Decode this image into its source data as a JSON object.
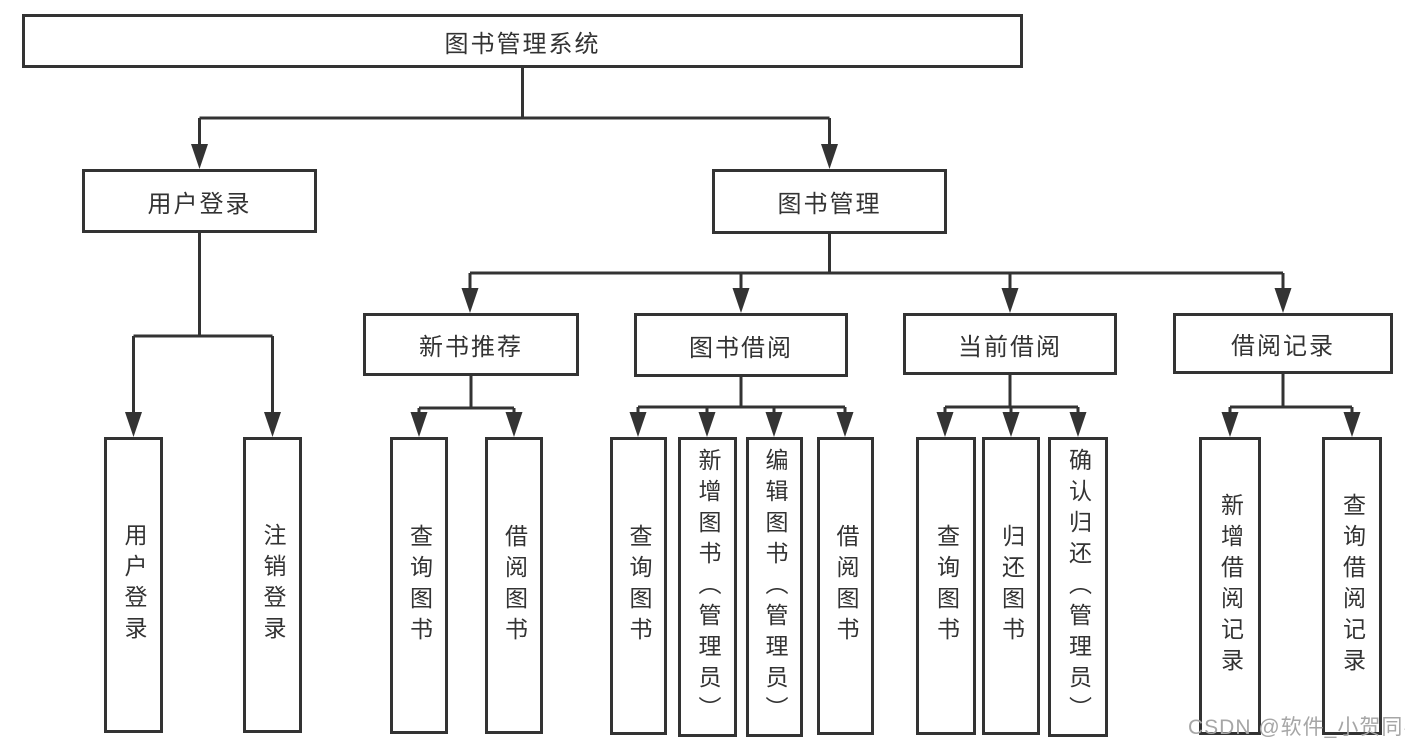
{
  "diagram": {
    "root": {
      "label": "图书管理系统"
    },
    "branches": [
      {
        "label": "用户登录",
        "children": [
          {
            "label": "用户登录"
          },
          {
            "label": "注销登录"
          }
        ]
      },
      {
        "label": "图书管理",
        "children": [
          {
            "label": "新书推荐",
            "children": [
              {
                "label": "查询图书"
              },
              {
                "label": "借阅图书"
              }
            ]
          },
          {
            "label": "图书借阅",
            "children": [
              {
                "label": "查询图书"
              },
              {
                "label": "新增图书（管理员）"
              },
              {
                "label": "编辑图书（管理员）"
              },
              {
                "label": "借阅图书"
              }
            ]
          },
          {
            "label": "当前借阅",
            "children": [
              {
                "label": "查询图书"
              },
              {
                "label": "归还图书"
              },
              {
                "label": "确认归还（管理员）"
              }
            ]
          },
          {
            "label": "借阅记录",
            "children": [
              {
                "label": "新增借阅记录"
              },
              {
                "label": "查询借阅记录"
              }
            ]
          }
        ]
      }
    ]
  },
  "watermark": {
    "text": "CSDN @软件_小贺同学"
  },
  "colors": {
    "line": "#333333",
    "text": "#333333",
    "box_background": "#ffffff",
    "watermark": "#a6a6a6",
    "page_background": "#ffffff"
  }
}
